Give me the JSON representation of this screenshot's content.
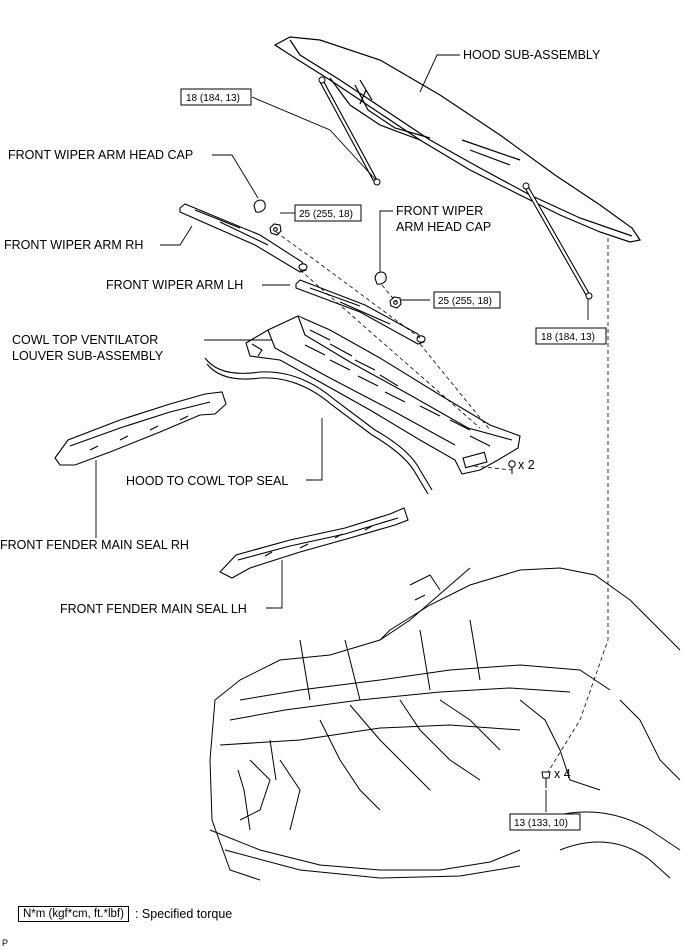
{
  "labels": {
    "hood": "HOOD SUB-ASSEMBLY",
    "cap_rh": "FRONT WIPER ARM HEAD CAP",
    "arm_rh": "FRONT WIPER ARM RH",
    "cap_lh_1": "FRONT WIPER",
    "cap_lh_2": "ARM HEAD CAP",
    "arm_lh": "FRONT WIPER ARM LH",
    "cowl_1": "COWL TOP VENTILATOR",
    "cowl_2": "LOUVER SUB-ASSEMBLY",
    "seal": "HOOD TO COWL TOP SEAL",
    "fender_rh": "FRONT FENDER MAIN SEAL RH",
    "fender_lh": "FRONT FENDER MAIN SEAL LH"
  },
  "torques": {
    "hood_support_upper": "18 (184, 13)",
    "arm_rh_nut": "25 (255, 18)",
    "arm_lh_nut": "25 (255, 18)",
    "hood_support_lower": "18 (184, 13)",
    "hood_bolt": "13 (133, 10)"
  },
  "quantities": {
    "cowl_clip": "x 2",
    "hood_bolt": "x 4"
  },
  "legend": {
    "unit": "N*m (kgf*cm, ft.*lbf)",
    "text": ": Specified torque"
  },
  "corner_mark": "P"
}
